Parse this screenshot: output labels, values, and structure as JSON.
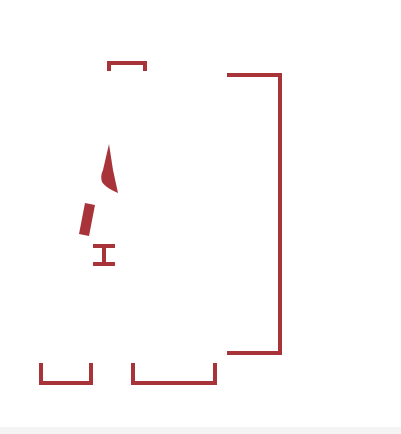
{
  "colors": {
    "stroke": "#a8343a",
    "background": "#ffffff",
    "bottom_strip": "#f4f4f4"
  },
  "shapes": [
    "top-bracket-shape",
    "right-bracket-shape",
    "spike-shape",
    "slanted-bar-shape",
    "i-beam-shape",
    "bottom-left-bracket-shape",
    "bottom-middle-bracket-shape"
  ]
}
